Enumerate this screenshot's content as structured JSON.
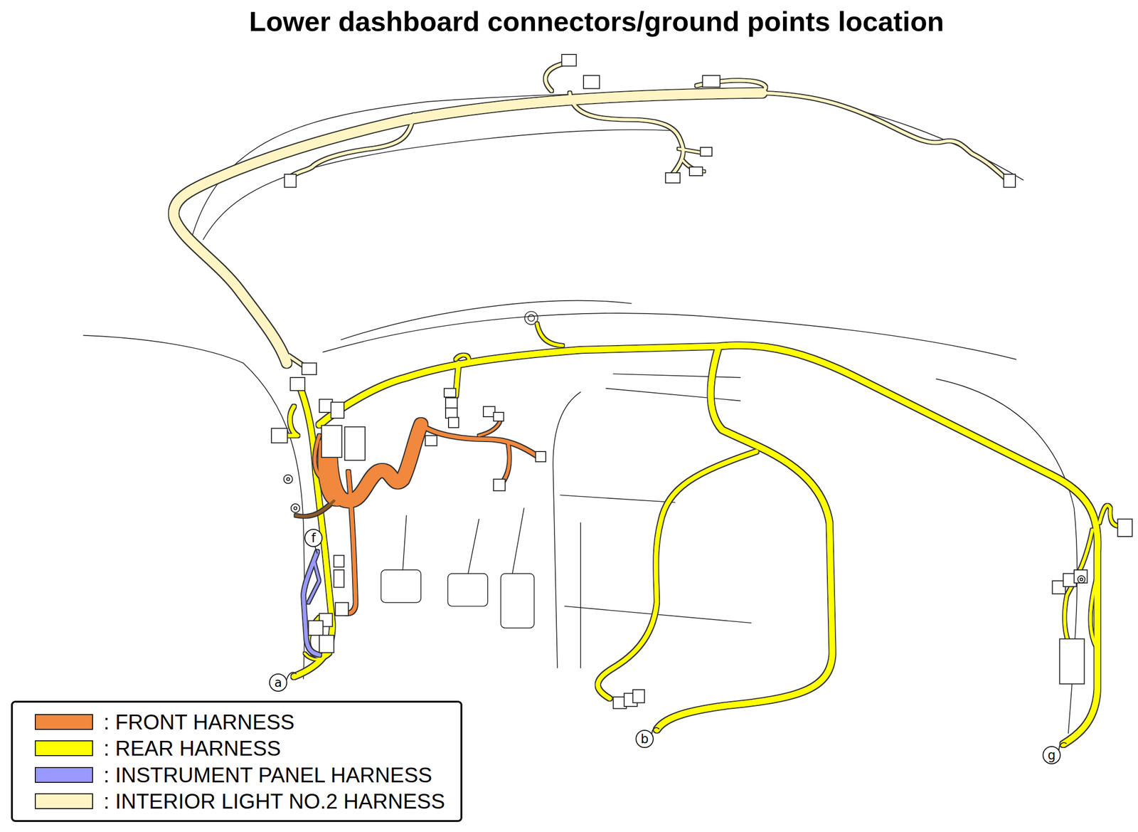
{
  "diagram": {
    "title": "Lower dashboard connectors/ground points location",
    "nodes": [
      {
        "text": [
          "f"
        ]
      },
      {
        "text": [
          "a"
        ]
      },
      {
        "text": [
          "b"
        ]
      },
      {
        "text": [
          "g"
        ]
      }
    ],
    "legend": [
      {
        "text": ": FRONT HARNESS",
        "color": "#f0883e"
      },
      {
        "text": ": REAR HARNESS",
        "color": "#ffff00"
      },
      {
        "text": ": INSTRUMENT PANEL HARNESS",
        "color": "#9999ff"
      },
      {
        "text": ": INTERIOR LIGHT NO.2 HARNESS",
        "color": "#fff5c4"
      }
    ]
  }
}
